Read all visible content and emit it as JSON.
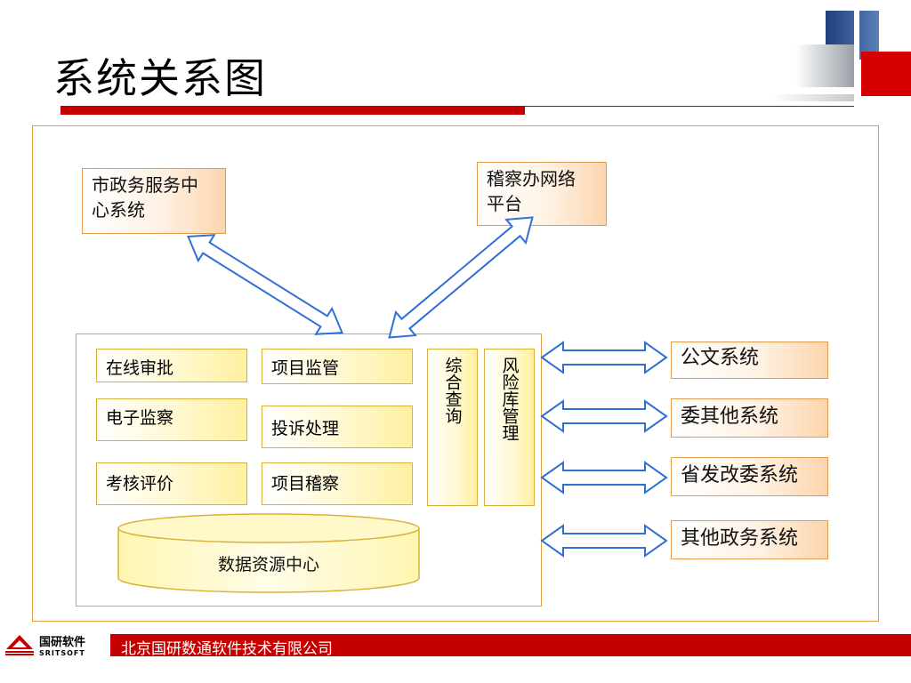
{
  "page": {
    "title": "系统关系图"
  },
  "top_nodes": {
    "left": "市政务服务中心系统",
    "right": "稽察办网络平台"
  },
  "modules": {
    "online_approval": "在线审批",
    "project_supervision": "项目监管",
    "electronic_supervision": "电子监察",
    "complaint_handling": "投诉处理",
    "assessment": "考核评价",
    "project_inspection": "项目稽察",
    "comprehensive_query": "综合查询",
    "risk_management": "风险库管理",
    "data_center": "数据资源中心"
  },
  "external_systems": {
    "document": "公文系统",
    "committee_other": "委其他系统",
    "provincial_ndrc": "省发改委系统",
    "other_gov": "其他政务系统"
  },
  "footer": {
    "company": "北京国研数通软件技术有限公司",
    "logo_cn": "国研软件",
    "logo_en": "SRITSOFT"
  },
  "colors": {
    "accent_red": "#c40000",
    "navy": "#1f3f7a",
    "arrow_blue": "#2f6fd6",
    "orange_border": "#e39a4c",
    "yellow_border": "#d9b13a"
  }
}
